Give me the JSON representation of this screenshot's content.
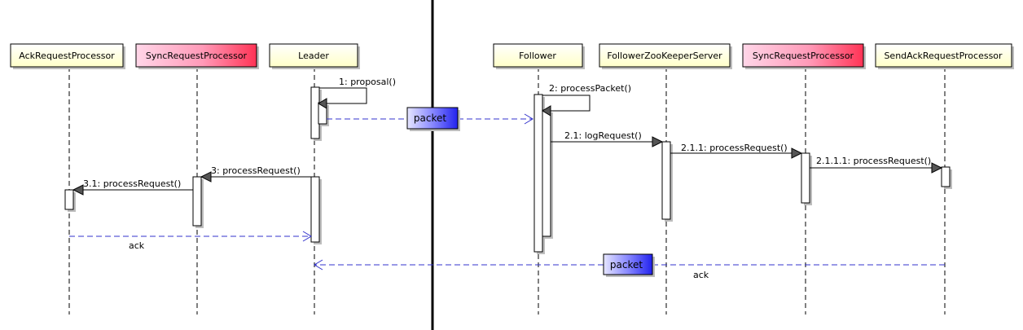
{
  "diagram": {
    "participants": [
      {
        "id": "p1",
        "label": "AckRequestProcessor",
        "style": "plain"
      },
      {
        "id": "p2",
        "label": "SyncRequestProcessor",
        "style": "pink"
      },
      {
        "id": "p3",
        "label": "Leader",
        "style": "plain"
      },
      {
        "id": "p4",
        "label": "Follower",
        "style": "plain"
      },
      {
        "id": "p5",
        "label": "FollowerZooKeeperServer",
        "style": "plain"
      },
      {
        "id": "p6",
        "label": "SyncRequestProcessor",
        "style": "pink"
      },
      {
        "id": "p7",
        "label": "SendAckRequestProcessor",
        "style": "plain"
      }
    ],
    "messages": [
      {
        "id": "m1",
        "label": "1: proposal()"
      },
      {
        "id": "m2",
        "label": "2: processPacket()"
      },
      {
        "id": "m3",
        "label": "2.1: logRequest()"
      },
      {
        "id": "m4",
        "label": "2.1.1: processRequest()"
      },
      {
        "id": "m5",
        "label": "2.1.1.1: processRequest()"
      },
      {
        "id": "m6",
        "label": "3: processRequest()"
      },
      {
        "id": "m7",
        "label": "3.1: processRequest()"
      }
    ],
    "returns": [
      {
        "id": "r1",
        "label": "ack"
      },
      {
        "id": "r2",
        "label": "ack"
      }
    ],
    "packets": [
      {
        "id": "k1",
        "label": "packet"
      },
      {
        "id": "k2",
        "label": "packet"
      }
    ],
    "colors": {
      "participant_fill_top": "#ffffff",
      "participant_fill_bottom": "#ffffc8",
      "pink_fill_left": "#ffd6e8",
      "pink_fill_right": "#ff3355",
      "packet_fill_left": "#e6e6ff",
      "packet_fill_right": "#2222ee",
      "return_color": "#3333cc"
    }
  }
}
